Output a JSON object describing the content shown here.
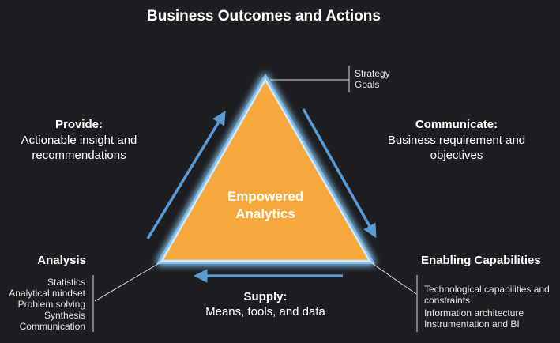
{
  "title": "Business Outcomes and Actions",
  "center": {
    "line1": "Empowered",
    "line2": "Analytics"
  },
  "top_notes": [
    "Strategy",
    "Goals"
  ],
  "provide": {
    "heading": "Provide:",
    "lines": [
      "Actionable insight and",
      "recommendations"
    ]
  },
  "communicate": {
    "heading": "Communicate:",
    "lines": [
      "Business requirement and",
      "objectives"
    ]
  },
  "supply": {
    "heading": "Supply:",
    "lines": [
      "Means, tools, and data"
    ]
  },
  "analysis": {
    "heading": "Analysis",
    "items": [
      "Statistics",
      "Analytical mindset",
      "Problem solving",
      "Synthesis",
      "Communication"
    ]
  },
  "enabling": {
    "heading": "Enabling Capabilities",
    "items": [
      "Technological capabilities and",
      "constraints",
      "Information architecture",
      "Instrumentation and BI"
    ]
  },
  "colors": {
    "background": "#1d1e22",
    "triangle": "#f7a83c",
    "glow": "#8fd0ff",
    "arrow": "#5b9bd5",
    "connector": "#d8d8d8"
  }
}
